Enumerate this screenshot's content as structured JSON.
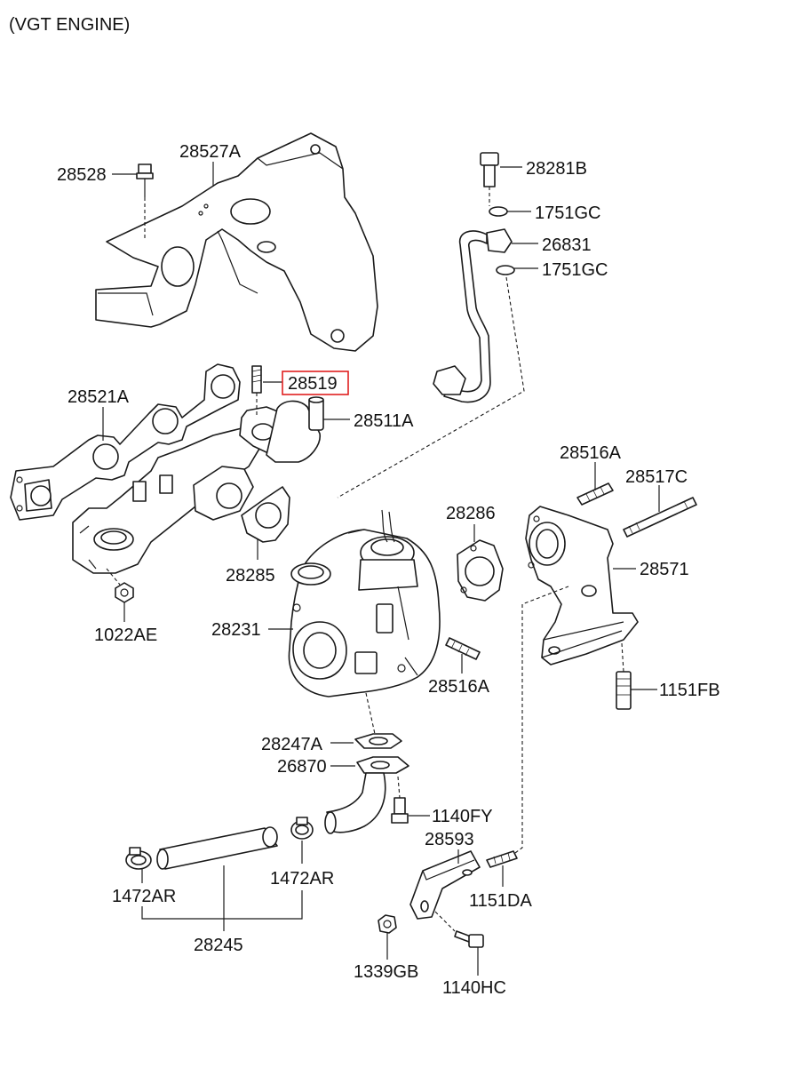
{
  "title": "(VGT ENGINE)",
  "highlight_color": "#e02020",
  "labels": {
    "p28528": "28528",
    "p28527A": "28527A",
    "p28281B": "28281B",
    "p1751GC_a": "1751GC",
    "p26831": "26831",
    "p1751GC_b": "1751GC",
    "p28519": "28519",
    "p28521A": "28521A",
    "p28511A": "28511A",
    "p28516A_top": "28516A",
    "p28517C": "28517C",
    "p28286": "28286",
    "p28571": "28571",
    "p28285": "28285",
    "p1022AE": "1022AE",
    "p28231": "28231",
    "p28516A_bot": "28516A",
    "p1151FB": "1151FB",
    "p28247A": "28247A",
    "p26870": "26870",
    "p1140FY": "1140FY",
    "p28593": "28593",
    "p1472AR_left": "1472AR",
    "p1472AR_right": "1472AR",
    "p1151DA": "1151DA",
    "p28245": "28245",
    "p1339GB": "1339GB",
    "p1140HC": "1140HC"
  }
}
